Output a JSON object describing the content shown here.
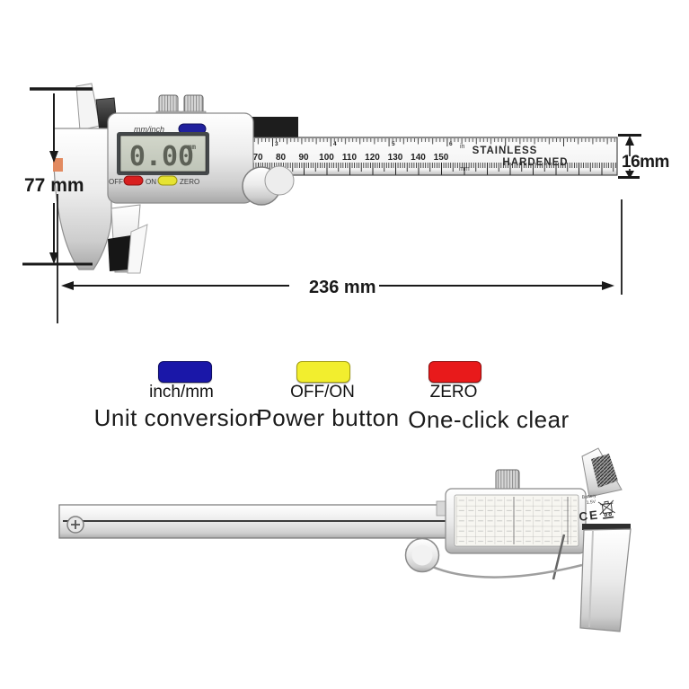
{
  "top_caliper": {
    "display": {
      "value": "0.00",
      "unit": "mm",
      "mode_label": "mm/inch",
      "off_label": "OFF",
      "on_label": "ON",
      "zero_label": "ZERO"
    },
    "ruler": {
      "mm_numbers": [
        "70",
        "80",
        "90",
        "100",
        "110",
        "120",
        "130",
        "140",
        "150"
      ],
      "inch_numbers": [
        "3",
        "4",
        "5",
        "6"
      ],
      "inch_unit": "in",
      "mm_unit": "mm",
      "brand_line1": "STAINLESS",
      "brand_line2": "HARDENED"
    }
  },
  "dimensions": {
    "jaw_height": "77 mm",
    "beam_height": "16mm",
    "total_length": "236 mm"
  },
  "legend": {
    "items": [
      {
        "button_label": "inch/mm",
        "caption": "Unit conversion",
        "color": "#1a17a8"
      },
      {
        "button_label": "OFF/ON",
        "caption": "Power button",
        "color": "#f2ee2e"
      },
      {
        "button_label": "ZERO",
        "caption": "One-click clear",
        "color": "#e81a1b"
      }
    ]
  },
  "bottom_caliper": {
    "battery_label": "Battery",
    "battery_value": "1.5V",
    "ce_mark": "CE"
  },
  "colors": {
    "unit_button": "#1a17a8",
    "power_button": "#f2ee2e",
    "zero_button": "#e81a1b",
    "lcd_background": "#cdd2c6"
  }
}
